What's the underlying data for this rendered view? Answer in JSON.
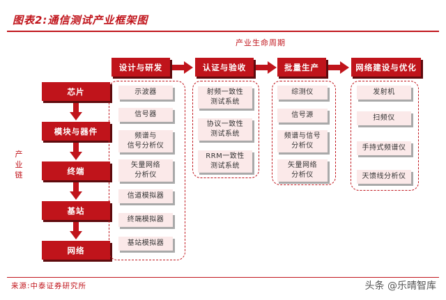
{
  "figure_title": "图表2:通信测试产业框架图",
  "cycle_label": "产业生命周期",
  "chain_label": "产业链",
  "industry_chain": [
    "芯片",
    "模块与器件",
    "终端",
    "基站",
    "网络"
  ],
  "stages": [
    {
      "label": "设计与研发",
      "items": [
        "示波器",
        "信号器",
        "频谱与\n信号分析仪",
        "矢量网络\n分析仪",
        "信道模拟器",
        "终端模拟器",
        "基站模拟器"
      ]
    },
    {
      "label": "认证与验收",
      "items": [
        "射频一致性\n测试系统",
        "协议一致性\n测试系统",
        "RRM一致性\n测试系统"
      ]
    },
    {
      "label": "批量生产",
      "items": [
        "综测仪",
        "信号源",
        "频谱与信号\n分析仪",
        "矢量网络\n分析仪"
      ]
    },
    {
      "label": "网络建设与优化",
      "items": [
        "发射机",
        "扫频仪",
        "手持式频谱仪",
        "天馈线分析仪"
      ]
    }
  ],
  "source": "来源:中泰证券研究所",
  "watermark": "头条 @乐晴智库",
  "colors": {
    "accent": "#c0141b",
    "item_fill": "#fbe9e9",
    "shadow": "#a9a9a9"
  }
}
